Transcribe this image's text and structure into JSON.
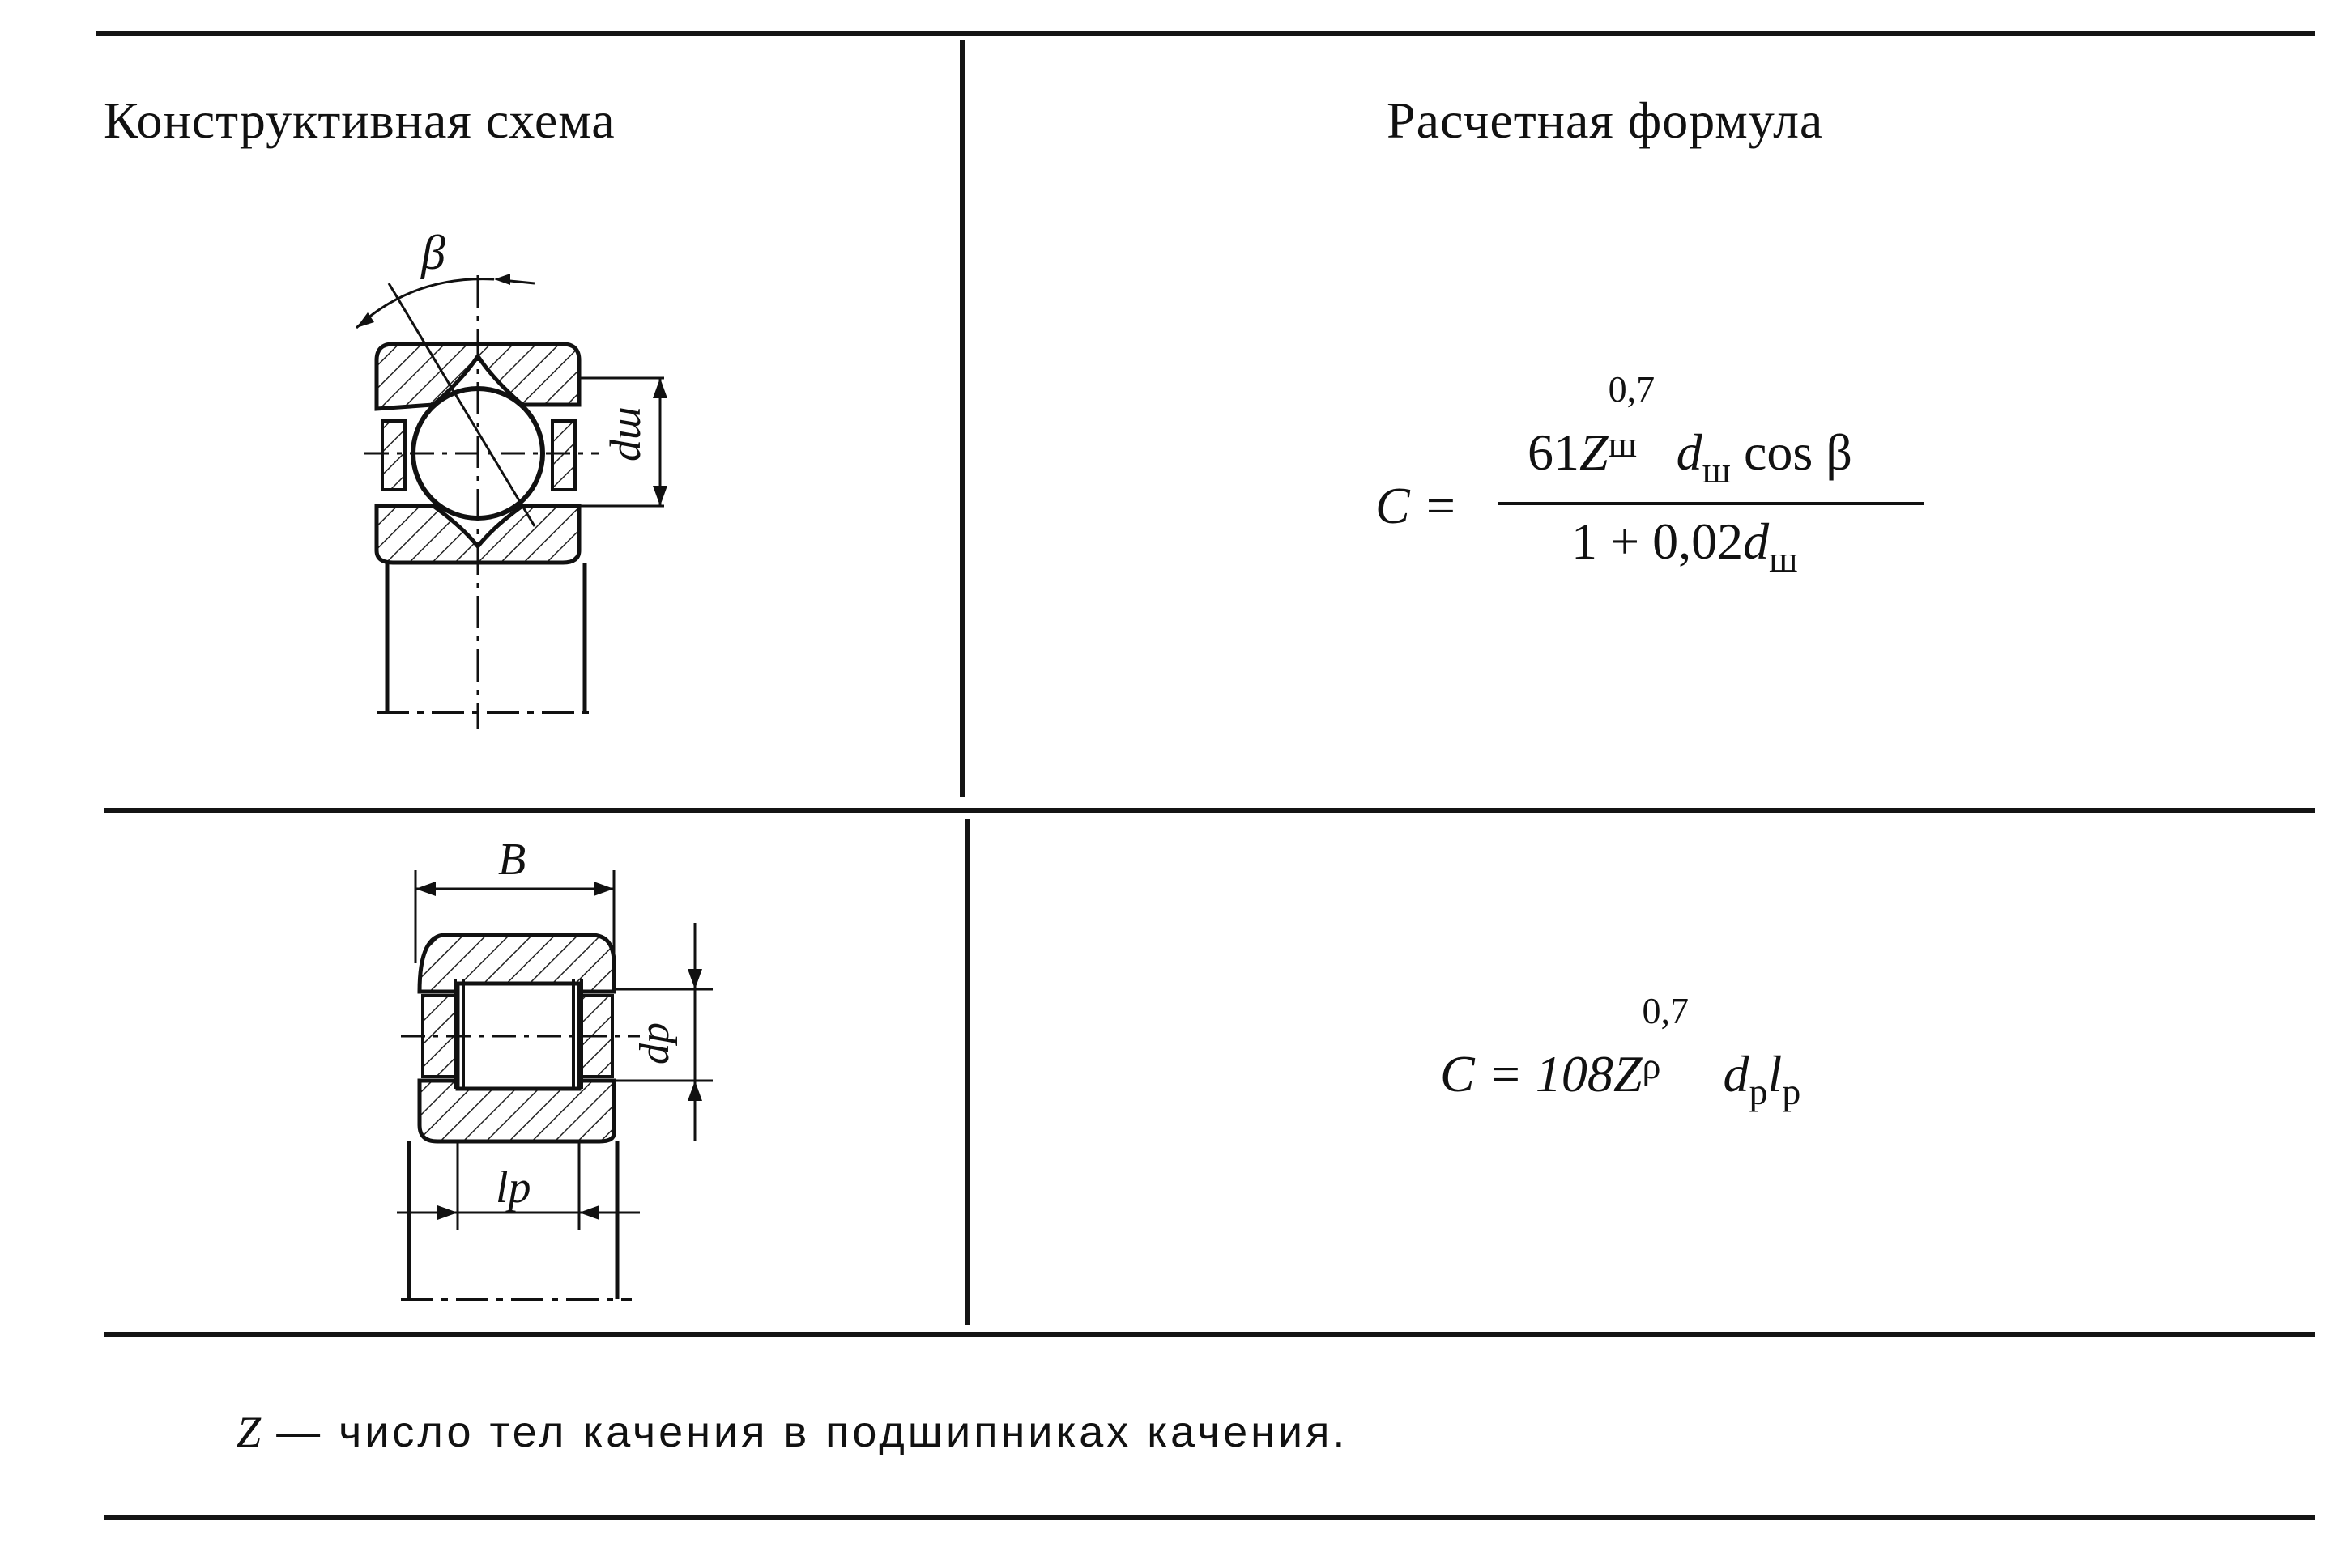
{
  "table": {
    "header_left": "Конструктивная схема",
    "header_right": "Расчетная формула"
  },
  "row1": {
    "figure_labels": {
      "angle": "β",
      "diameter": "dш"
    },
    "formula": {
      "lhs": "C =",
      "num_coef": "61",
      "num_Z": "Z",
      "num_Z_sup": "0,7",
      "num_Z_sub": "ш",
      "num_d": "d",
      "num_d_sub": "ш",
      "num_tail": "cos β",
      "den_head": "1 + 0,02",
      "den_d": "d",
      "den_d_sub": "ш"
    }
  },
  "row2": {
    "figure_labels": {
      "width": "B",
      "diameter": "dp",
      "length": "lp"
    },
    "formula": {
      "lhs": "C = 108",
      "Z": "Z",
      "Z_sup": "0,7",
      "Z_sub": "ρ",
      "d": "d",
      "d_sub": "p",
      "l": "l",
      "l_sub": "p"
    }
  },
  "footnote": {
    "symbol": "Z",
    "text": "— число тел качения в подшипниках качения."
  }
}
